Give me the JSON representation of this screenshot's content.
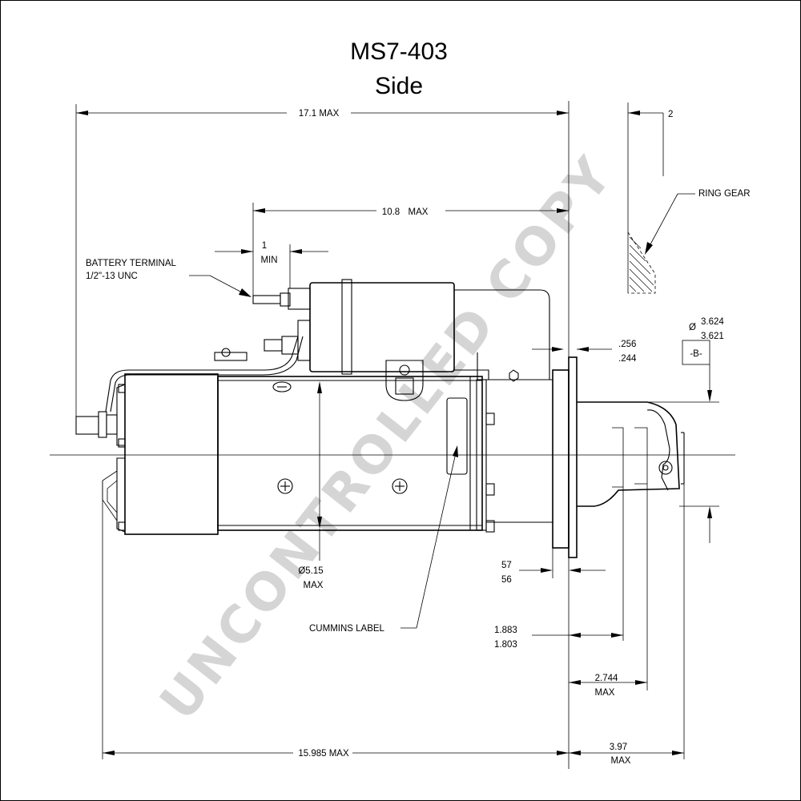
{
  "title": "MS7-403",
  "subtitle": "Side",
  "watermark": "UNCONTROLLED COPY",
  "labels": {
    "overall_length": "17.1 MAX",
    "solenoid_length_value": "10.8",
    "solenoid_length_max": "MAX",
    "min_value": "1",
    "min_label": "MIN",
    "battery_terminal_line1": "BATTERY TERMINAL",
    "battery_terminal_line2": "1/2\"-13 UNC",
    "ring_gear": "RING GEAR",
    "ring_gear_clearance": "2",
    "pilot_dia_symbol": "Ø",
    "pilot_dia_max": "3.624",
    "pilot_dia_min": "3.621",
    "datum_b": "-B-",
    "flange_thk_max": ".256",
    "flange_thk_min": ".244",
    "body_dia_value": "Ø5.15",
    "body_dia_max": "MAX",
    "cummins_label": "CUMMINS LABEL",
    "flange_width_max": "57",
    "flange_width_min": "56",
    "pinion_retract_max": "1.883",
    "pinion_retract_min": "1.803",
    "pinion_extend_value": "2.744",
    "pinion_extend_max": "MAX",
    "nose_length_value": "3.97",
    "nose_length_max": "MAX",
    "body_length": "15.985 MAX"
  }
}
